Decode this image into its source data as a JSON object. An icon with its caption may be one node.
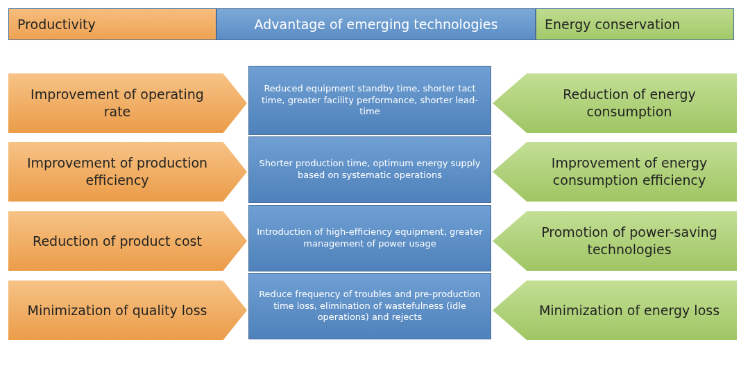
{
  "diagram": {
    "nodes": [
      {
        "text": [
          "Productivity"
        ]
      },
      {
        "text": [
          "Advantage of emerging technologies"
        ]
      },
      {
        "text": [
          "Energy conservation"
        ]
      },
      {
        "text": [
          "Improvement of operating rate"
        ]
      },
      {
        "text": [
          "Reduced equipment standby time, shorter tact time, greater facility performance, shorter lead-time"
        ]
      },
      {
        "text": [
          "Reduction of energy consumption"
        ]
      },
      {
        "text": [
          "Improvement of production efficiency"
        ]
      },
      {
        "text": [
          "Shorter production time, optimum energy supply based on systematic operations"
        ]
      },
      {
        "text": [
          "Improvement of energy consumption efficiency"
        ]
      },
      {
        "text": [
          "Reduction of product cost"
        ]
      },
      {
        "text": [
          "Introduction of high-efficiency equipment, greater management of power usage"
        ]
      },
      {
        "text": [
          "Promotion of power-saving technologies"
        ]
      },
      {
        "text": [
          "Minimization of quality loss"
        ]
      },
      {
        "text": [
          "Reduce frequency of troubles and pre-production time loss, elimination of wastefulness (idle operations) and rejects"
        ]
      },
      {
        "text": [
          "Minimization of energy loss"
        ]
      }
    ]
  }
}
